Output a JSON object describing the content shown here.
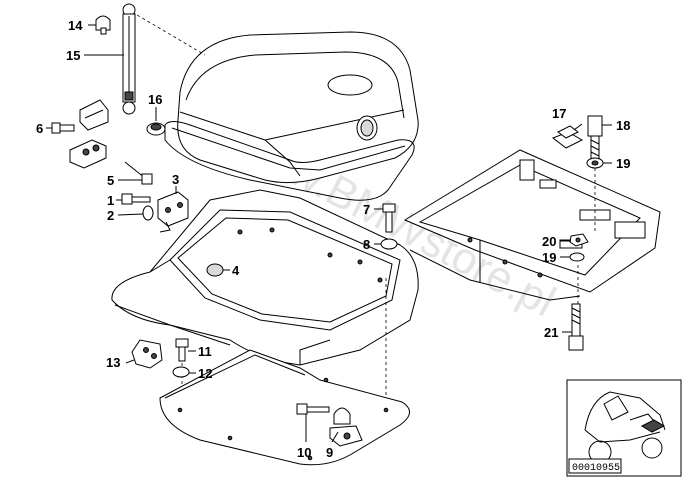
{
  "watermark": "www.BMWstore.pl",
  "reference_code": "00010955",
  "callouts": [
    {
      "id": "c14",
      "text": "14"
    },
    {
      "id": "c15",
      "text": "15"
    },
    {
      "id": "c16",
      "text": "16"
    },
    {
      "id": "c6",
      "text": "6"
    },
    {
      "id": "c5",
      "text": "5"
    },
    {
      "id": "c3",
      "text": "3"
    },
    {
      "id": "c1",
      "text": "1"
    },
    {
      "id": "c2",
      "text": "2"
    },
    {
      "id": "c4",
      "text": "4"
    },
    {
      "id": "c7",
      "text": "7"
    },
    {
      "id": "c8",
      "text": "8"
    },
    {
      "id": "c17",
      "text": "17"
    },
    {
      "id": "c18",
      "text": "18"
    },
    {
      "id": "c19a",
      "text": "19"
    },
    {
      "id": "c20",
      "text": "20"
    },
    {
      "id": "c19b",
      "text": "19"
    },
    {
      "id": "c21",
      "text": "21"
    },
    {
      "id": "c13",
      "text": "13"
    },
    {
      "id": "c11",
      "text": "11"
    },
    {
      "id": "c12",
      "text": "12"
    },
    {
      "id": "c10",
      "text": "10"
    },
    {
      "id": "c9",
      "text": "9"
    }
  ]
}
